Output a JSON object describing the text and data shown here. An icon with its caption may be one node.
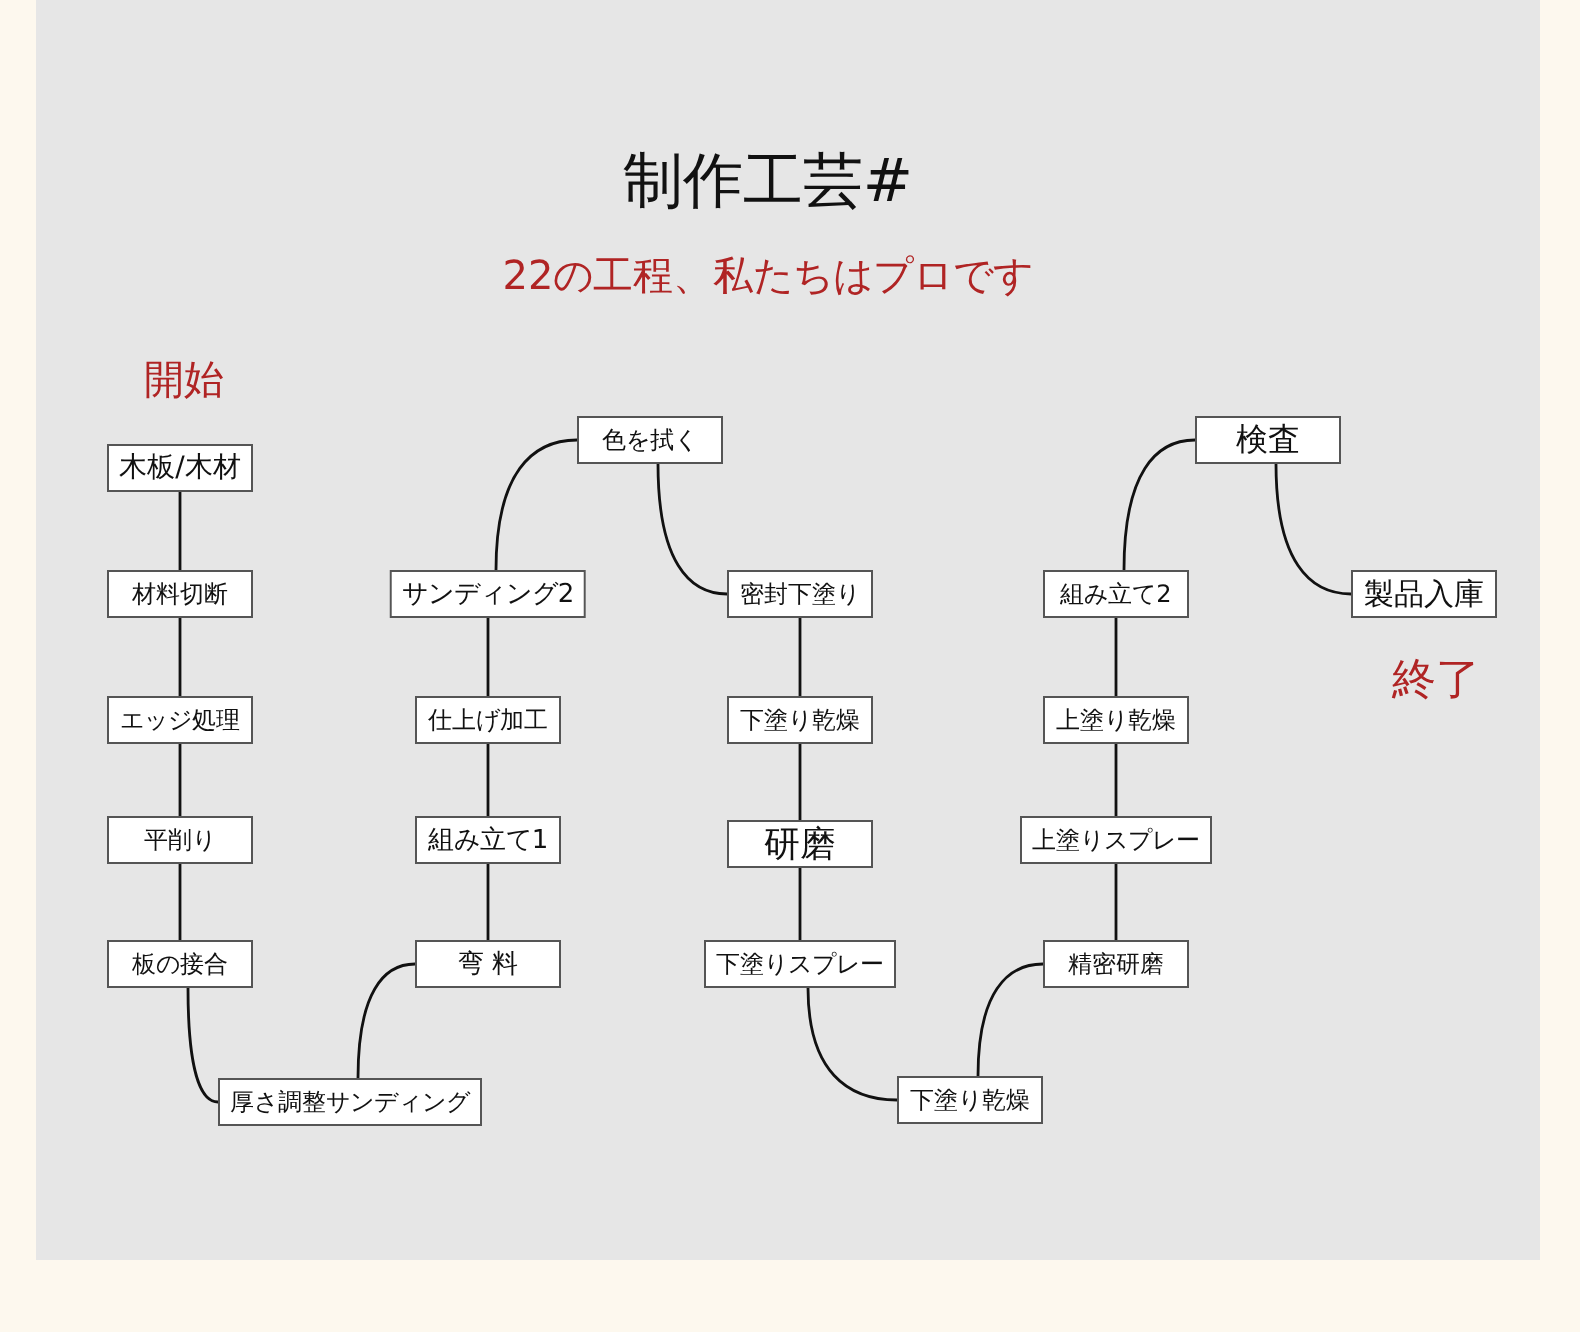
{
  "diagram": {
    "title": "制作工芸#",
    "nodes": [
      {
        "text": [
          "木板/木材"
        ]
      },
      {
        "text": [
          "材料切断"
        ]
      },
      {
        "text": [
          "エッジ処理"
        ]
      },
      {
        "text": [
          "平削り"
        ]
      },
      {
        "text": [
          "板の接合"
        ]
      },
      {
        "text": [
          "厚さ調整サンディング"
        ]
      },
      {
        "text": [
          "弯 料"
        ]
      },
      {
        "text": [
          "組み立て1"
        ]
      },
      {
        "text": [
          "仕上げ加工"
        ]
      },
      {
        "text": [
          "サンディング2"
        ]
      },
      {
        "text": [
          "色を拭く"
        ]
      },
      {
        "text": [
          "密封下塗り"
        ]
      },
      {
        "text": [
          "下塗り乾燥"
        ]
      },
      {
        "text": [
          "研磨"
        ]
      },
      {
        "text": [
          "下塗りスプレー"
        ]
      },
      {
        "text": [
          "下塗り乾燥"
        ]
      },
      {
        "text": [
          "精密研磨"
        ]
      },
      {
        "text": [
          "上塗りスプレー"
        ]
      },
      {
        "text": [
          "上塗り乾燥"
        ]
      },
      {
        "text": [
          "組み立て2"
        ]
      },
      {
        "text": [
          "検査"
        ]
      },
      {
        "text": [
          "製品入庫"
        ]
      }
    ],
    "edges": [
      {
        "from": 0,
        "to": 1,
        "arrow": "none"
      },
      {
        "from": 1,
        "to": 2,
        "arrow": "none"
      },
      {
        "from": 2,
        "to": 3,
        "arrow": "none"
      },
      {
        "from": 3,
        "to": 4,
        "arrow": "none"
      },
      {
        "from": 4,
        "to": 5,
        "arrow": "none"
      },
      {
        "from": 5,
        "to": 6,
        "arrow": "none"
      },
      {
        "from": 6,
        "to": 7,
        "arrow": "none"
      },
      {
        "from": 7,
        "to": 8,
        "arrow": "none"
      },
      {
        "from": 8,
        "to": 9,
        "arrow": "none"
      },
      {
        "from": 9,
        "to": 10,
        "arrow": "none"
      },
      {
        "from": 10,
        "to": 11,
        "arrow": "none"
      },
      {
        "from": 11,
        "to": 12,
        "arrow": "none"
      },
      {
        "from": 12,
        "to": 13,
        "arrow": "none"
      },
      {
        "from": 13,
        "to": 14,
        "arrow": "none"
      },
      {
        "from": 14,
        "to": 15,
        "arrow": "none"
      },
      {
        "from": 15,
        "to": 16,
        "arrow": "none"
      },
      {
        "from": 16,
        "to": 17,
        "arrow": "none"
      },
      {
        "from": 17,
        "to": 18,
        "arrow": "none"
      },
      {
        "from": 18,
        "to": 19,
        "arrow": "none"
      },
      {
        "from": 19,
        "to": 20,
        "arrow": "none"
      },
      {
        "from": 20,
        "to": 21,
        "arrow": "none"
      }
    ],
    "labels": [
      "22の工程、私たちはプロです",
      "開始",
      "終了"
    ]
  }
}
